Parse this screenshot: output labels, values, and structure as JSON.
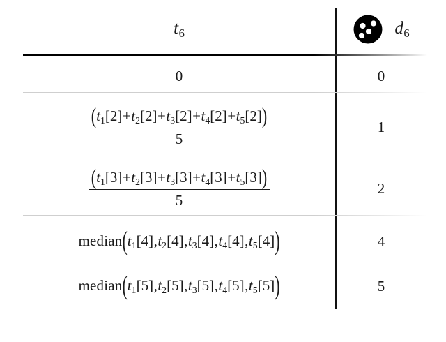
{
  "table": {
    "columns": [
      {
        "id": "t6",
        "header": "t",
        "header_subscript": "6",
        "align": "center"
      },
      {
        "id": "d6",
        "header": "d",
        "header_subscript": "6",
        "align": "center",
        "icon": "die-five-pips-icon"
      }
    ],
    "rows": [
      {
        "id": "row-0",
        "type": "scalar",
        "left": {
          "text": "0"
        },
        "right": "0"
      },
      {
        "id": "row-1",
        "type": "fraction",
        "left": {
          "numerator": {
            "open": "(",
            "terms": [
              {
                "var": "t",
                "sub": "1",
                "index": "2"
              },
              {
                "var": "t",
                "sub": "2",
                "index": "2"
              },
              {
                "var": "t",
                "sub": "3",
                "index": "2"
              },
              {
                "var": "t",
                "sub": "4",
                "index": "2"
              },
              {
                "var": "t",
                "sub": "5",
                "index": "2"
              }
            ],
            "separator": "+",
            "close": ")"
          },
          "denominator": "5"
        },
        "right": "1"
      },
      {
        "id": "row-2",
        "type": "fraction",
        "left": {
          "numerator": {
            "open": "(",
            "terms": [
              {
                "var": "t",
                "sub": "1",
                "index": "3"
              },
              {
                "var": "t",
                "sub": "2",
                "index": "3"
              },
              {
                "var": "t",
                "sub": "3",
                "index": "3"
              },
              {
                "var": "t",
                "sub": "4",
                "index": "3"
              },
              {
                "var": "t",
                "sub": "5",
                "index": "3"
              }
            ],
            "separator": "+",
            "close": ")"
          },
          "denominator": "5"
        },
        "right": "2"
      },
      {
        "id": "row-3",
        "type": "function",
        "left": {
          "function_name": "median",
          "open": "(",
          "terms": [
            {
              "var": "t",
              "sub": "1",
              "index": "4"
            },
            {
              "var": "t",
              "sub": "2",
              "index": "4"
            },
            {
              "var": "t",
              "sub": "3",
              "index": "4"
            },
            {
              "var": "t",
              "sub": "4",
              "index": "4"
            },
            {
              "var": "t",
              "sub": "5",
              "index": "4"
            }
          ],
          "separator": ",",
          "close": ")"
        },
        "right": "4"
      },
      {
        "id": "row-4",
        "type": "function",
        "left": {
          "function_name": "median",
          "open": "(",
          "terms": [
            {
              "var": "t",
              "sub": "1",
              "index": "5"
            },
            {
              "var": "t",
              "sub": "2",
              "index": "5"
            },
            {
              "var": "t",
              "sub": "3",
              "index": "5"
            },
            {
              "var": "t",
              "sub": "4",
              "index": "5"
            },
            {
              "var": "t",
              "sub": "5",
              "index": "5"
            }
          ],
          "separator": ",",
          "close": ")"
        },
        "right": "5"
      }
    ]
  },
  "brackets": {
    "open": "[",
    "close": "]"
  },
  "colors": {
    "text": "#1a1a1a",
    "header_rule": "#000000",
    "row_rule": "#cfcfcf",
    "divider": "#111111",
    "icon_fill": "#000000",
    "icon_pip": "#ffffff",
    "background": "#ffffff"
  }
}
